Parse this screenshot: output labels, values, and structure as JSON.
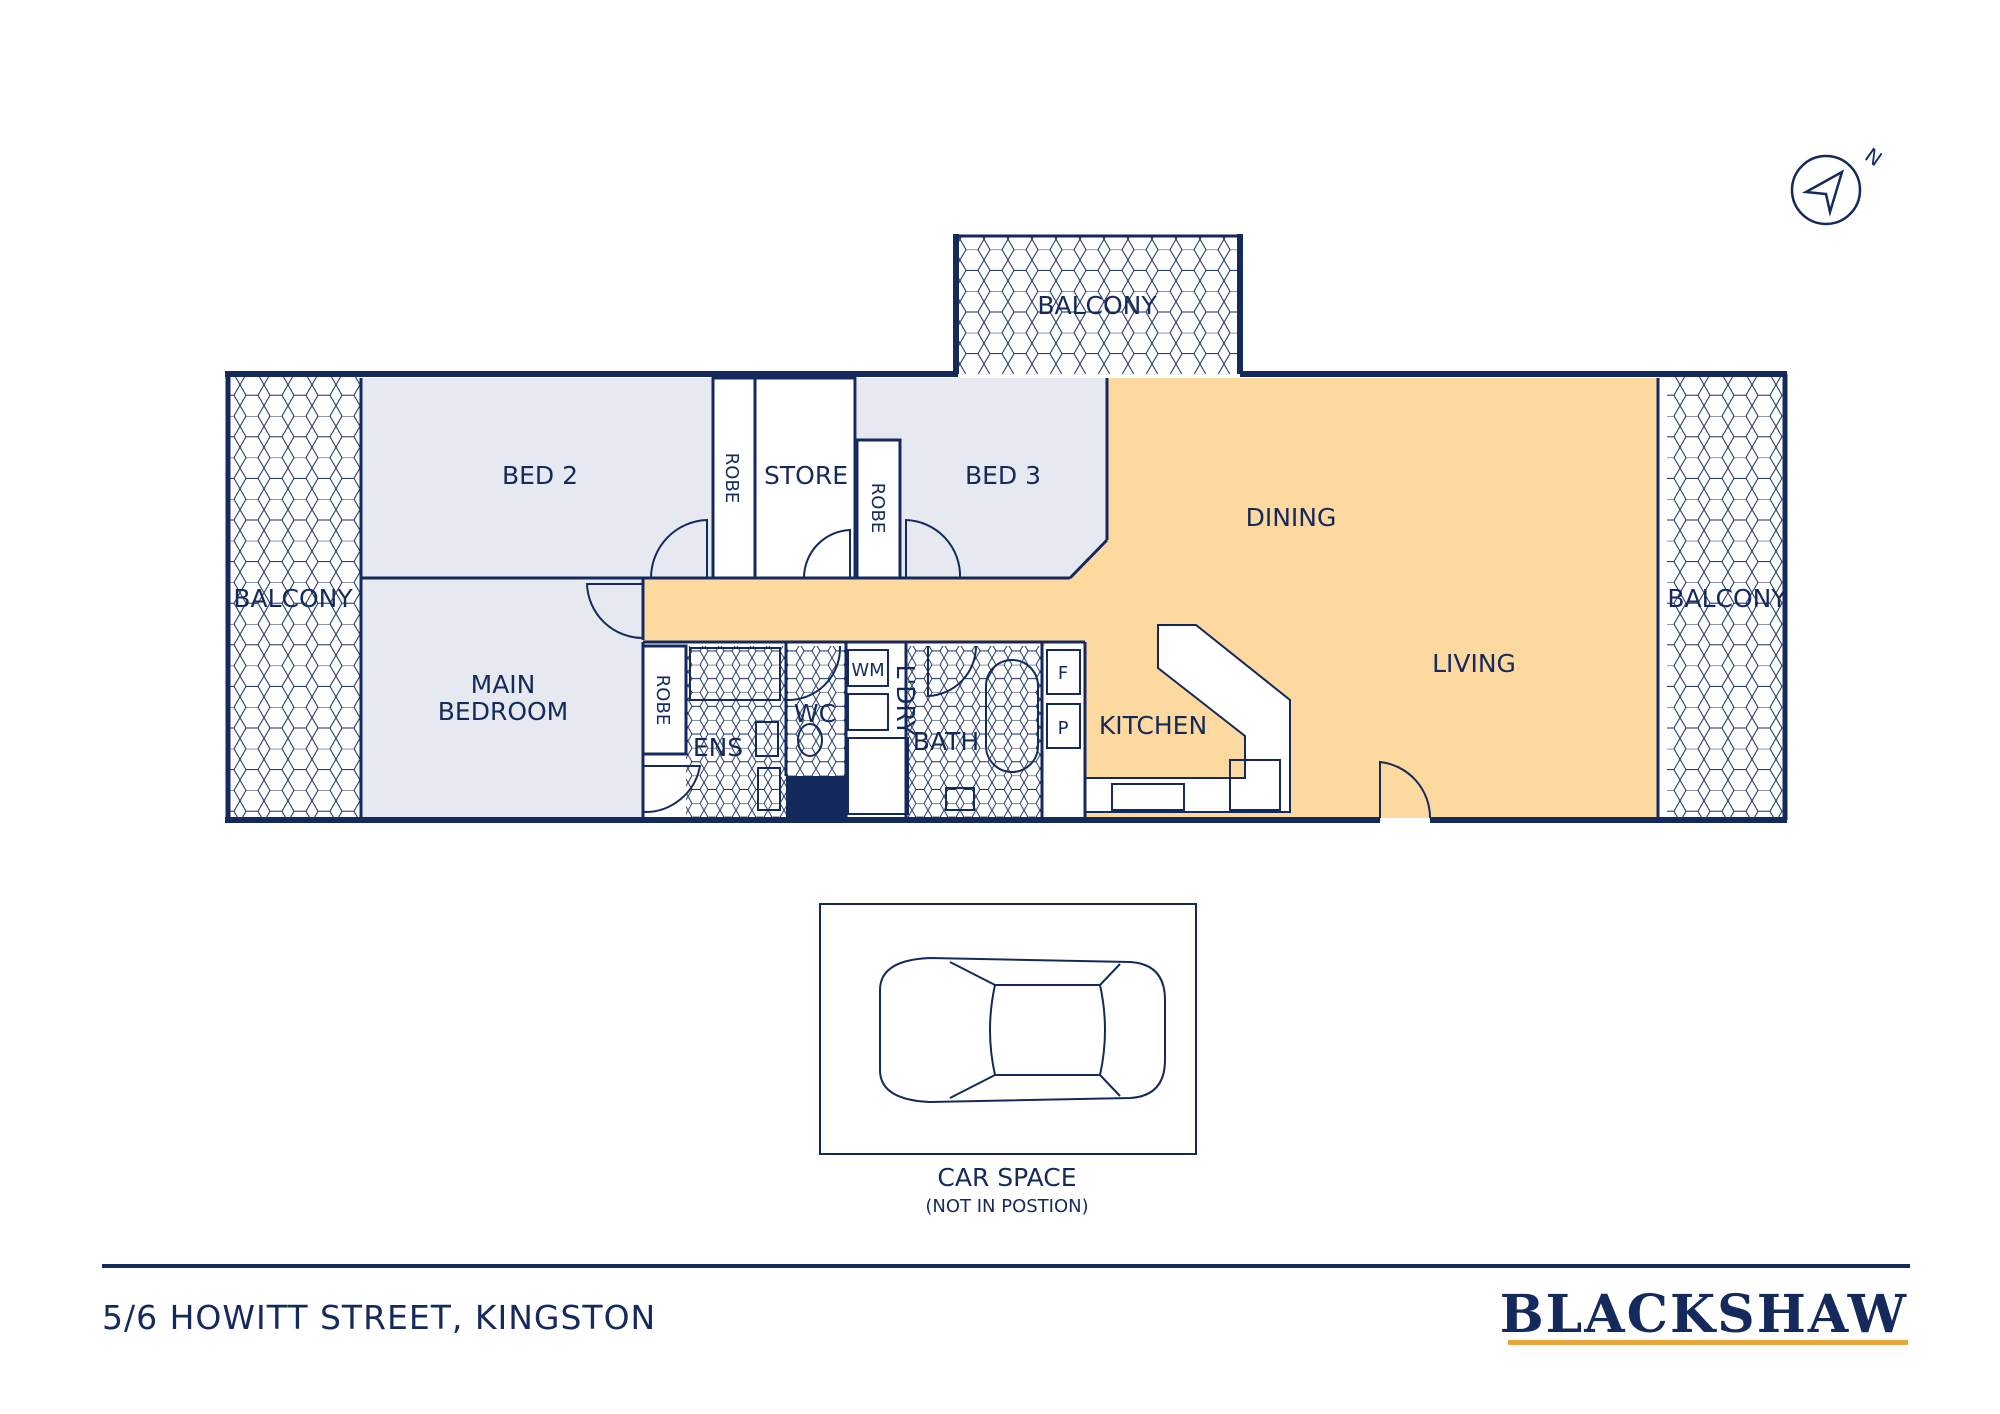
{
  "rooms": {
    "bed2": "BED 2",
    "robe": "ROBE",
    "store": "STORE",
    "bed3": "BED 3",
    "dining": "DINING",
    "living": "LIVING",
    "balcony": "BALCONY",
    "main_bedroom_line1": "MAIN",
    "main_bedroom_line2": "BEDROOM",
    "ens": "ENS",
    "wc": "WC",
    "wm": "WM",
    "ldry": "L'DRY",
    "bath": "BATH",
    "kitchen": "KITCHEN",
    "fridge": "F",
    "pantry": "P"
  },
  "car": {
    "label": "CAR SPACE",
    "note": "(NOT IN POSTION)"
  },
  "footer": {
    "address": "5/6 HOWITT STREET, KINGSTON",
    "brand": "BLACKSHAW"
  },
  "compass": {
    "north_label": "N"
  },
  "colors": {
    "wall": "#152a5c",
    "bedroom_fill": "#e6e9ef",
    "living_fill": "#fdd9a0",
    "brand_accent": "#e8a53a"
  }
}
